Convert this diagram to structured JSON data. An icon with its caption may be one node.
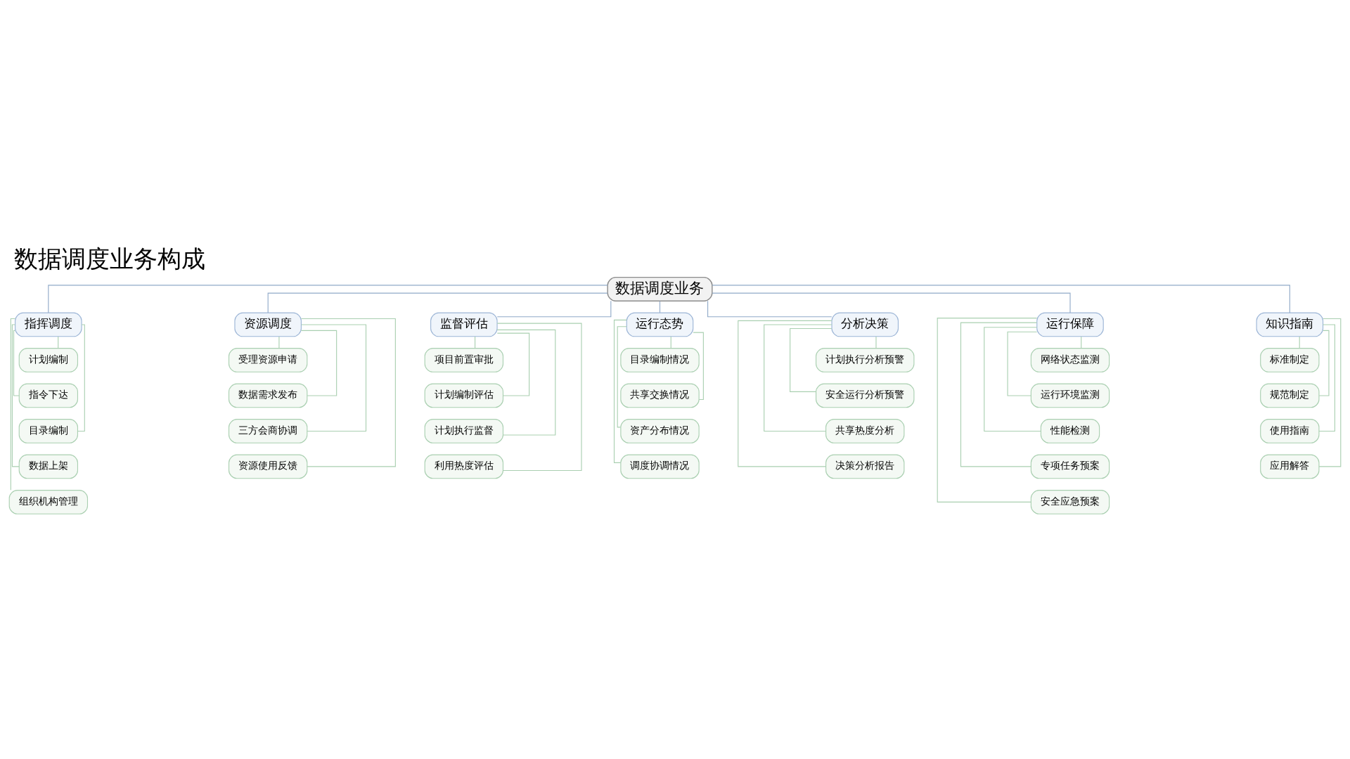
{
  "diagram": {
    "title": "数据调度业务构成",
    "nodes": [
      {
        "text": [
          "数据调度业务"
        ]
      },
      {
        "text": [
          "指挥调度"
        ]
      },
      {
        "text": [
          "资源调度"
        ]
      },
      {
        "text": [
          "监督评估"
        ]
      },
      {
        "text": [
          "运行态势"
        ]
      },
      {
        "text": [
          "分析决策"
        ]
      },
      {
        "text": [
          "运行保障"
        ]
      },
      {
        "text": [
          "知识指南"
        ]
      },
      {
        "text": [
          "计划编制"
        ]
      },
      {
        "text": [
          "指令下达"
        ]
      },
      {
        "text": [
          "目录编制"
        ]
      },
      {
        "text": [
          "数据上架"
        ]
      },
      {
        "text": [
          "组织机构管理"
        ]
      },
      {
        "text": [
          "受理资源申请"
        ]
      },
      {
        "text": [
          "数据需求发布"
        ]
      },
      {
        "text": [
          "三方会商协调"
        ]
      },
      {
        "text": [
          "资源使用反馈"
        ]
      },
      {
        "text": [
          "项目前置审批"
        ]
      },
      {
        "text": [
          "计划编制评估"
        ]
      },
      {
        "text": [
          "计划执行监督"
        ]
      },
      {
        "text": [
          "利用热度评估"
        ]
      },
      {
        "text": [
          "目录编制情况"
        ]
      },
      {
        "text": [
          "共享交换情况"
        ]
      },
      {
        "text": [
          "资产分布情况"
        ]
      },
      {
        "text": [
          "调度协调情况"
        ]
      },
      {
        "text": [
          "计划执行分析预警"
        ]
      },
      {
        "text": [
          "安全运行分析预警"
        ]
      },
      {
        "text": [
          "共享热度分析"
        ]
      },
      {
        "text": [
          "决策分析报告"
        ]
      },
      {
        "text": [
          "网络状态监测"
        ]
      },
      {
        "text": [
          "运行环境监测"
        ]
      },
      {
        "text": [
          "性能检测"
        ]
      },
      {
        "text": [
          "专项任务预案"
        ]
      },
      {
        "text": [
          "安全应急预案"
        ]
      },
      {
        "text": [
          "标准制定"
        ]
      },
      {
        "text": [
          "规范制定"
        ]
      },
      {
        "text": [
          "使用指南"
        ]
      },
      {
        "text": [
          "应用解答"
        ]
      }
    ],
    "edges": [
      {
        "from": 0,
        "to": 1,
        "arrow": "none",
        "color": "#8fa9c8"
      },
      {
        "from": 0,
        "to": 2,
        "arrow": "none",
        "color": "#8fa9c8"
      },
      {
        "from": 0,
        "to": 3,
        "arrow": "none",
        "color": "#8fa9c8"
      },
      {
        "from": 0,
        "to": 4,
        "arrow": "none",
        "color": "#8fa9c8"
      },
      {
        "from": 0,
        "to": 5,
        "arrow": "none",
        "color": "#8fa9c8"
      },
      {
        "from": 0,
        "to": 6,
        "arrow": "none",
        "color": "#8fa9c8"
      },
      {
        "from": 0,
        "to": 7,
        "arrow": "none",
        "color": "#8fa9c8"
      },
      {
        "from": 1,
        "to": 8,
        "arrow": "none"
      },
      {
        "from": 1,
        "to": 9,
        "arrow": "none"
      },
      {
        "from": 1,
        "to": 10,
        "arrow": "none"
      },
      {
        "from": 1,
        "to": 11,
        "arrow": "none"
      },
      {
        "from": 1,
        "to": 12,
        "arrow": "none"
      },
      {
        "from": 2,
        "to": 13,
        "arrow": "none"
      },
      {
        "from": 2,
        "to": 14,
        "arrow": "none"
      },
      {
        "from": 2,
        "to": 15,
        "arrow": "none"
      },
      {
        "from": 2,
        "to": 16,
        "arrow": "none"
      },
      {
        "from": 3,
        "to": 17,
        "arrow": "none"
      },
      {
        "from": 3,
        "to": 18,
        "arrow": "none"
      },
      {
        "from": 3,
        "to": 19,
        "arrow": "none"
      },
      {
        "from": 3,
        "to": 20,
        "arrow": "none"
      },
      {
        "from": 4,
        "to": 21,
        "arrow": "none"
      },
      {
        "from": 4,
        "to": 22,
        "arrow": "none"
      },
      {
        "from": 4,
        "to": 23,
        "arrow": "none"
      },
      {
        "from": 4,
        "to": 24,
        "arrow": "none"
      },
      {
        "from": 5,
        "to": 25,
        "arrow": "none"
      },
      {
        "from": 5,
        "to": 26,
        "arrow": "none"
      },
      {
        "from": 5,
        "to": 27,
        "arrow": "none"
      },
      {
        "from": 5,
        "to": 28,
        "arrow": "none"
      },
      {
        "from": 6,
        "to": 29,
        "arrow": "none"
      },
      {
        "from": 6,
        "to": 30,
        "arrow": "none"
      },
      {
        "from": 6,
        "to": 31,
        "arrow": "none"
      },
      {
        "from": 6,
        "to": 32,
        "arrow": "none"
      },
      {
        "from": 6,
        "to": 33,
        "arrow": "none"
      },
      {
        "from": 7,
        "to": 34,
        "arrow": "none"
      },
      {
        "from": 7,
        "to": 35,
        "arrow": "none"
      },
      {
        "from": 7,
        "to": 36,
        "arrow": "none"
      },
      {
        "from": 7,
        "to": 37,
        "arrow": "none"
      }
    ]
  }
}
